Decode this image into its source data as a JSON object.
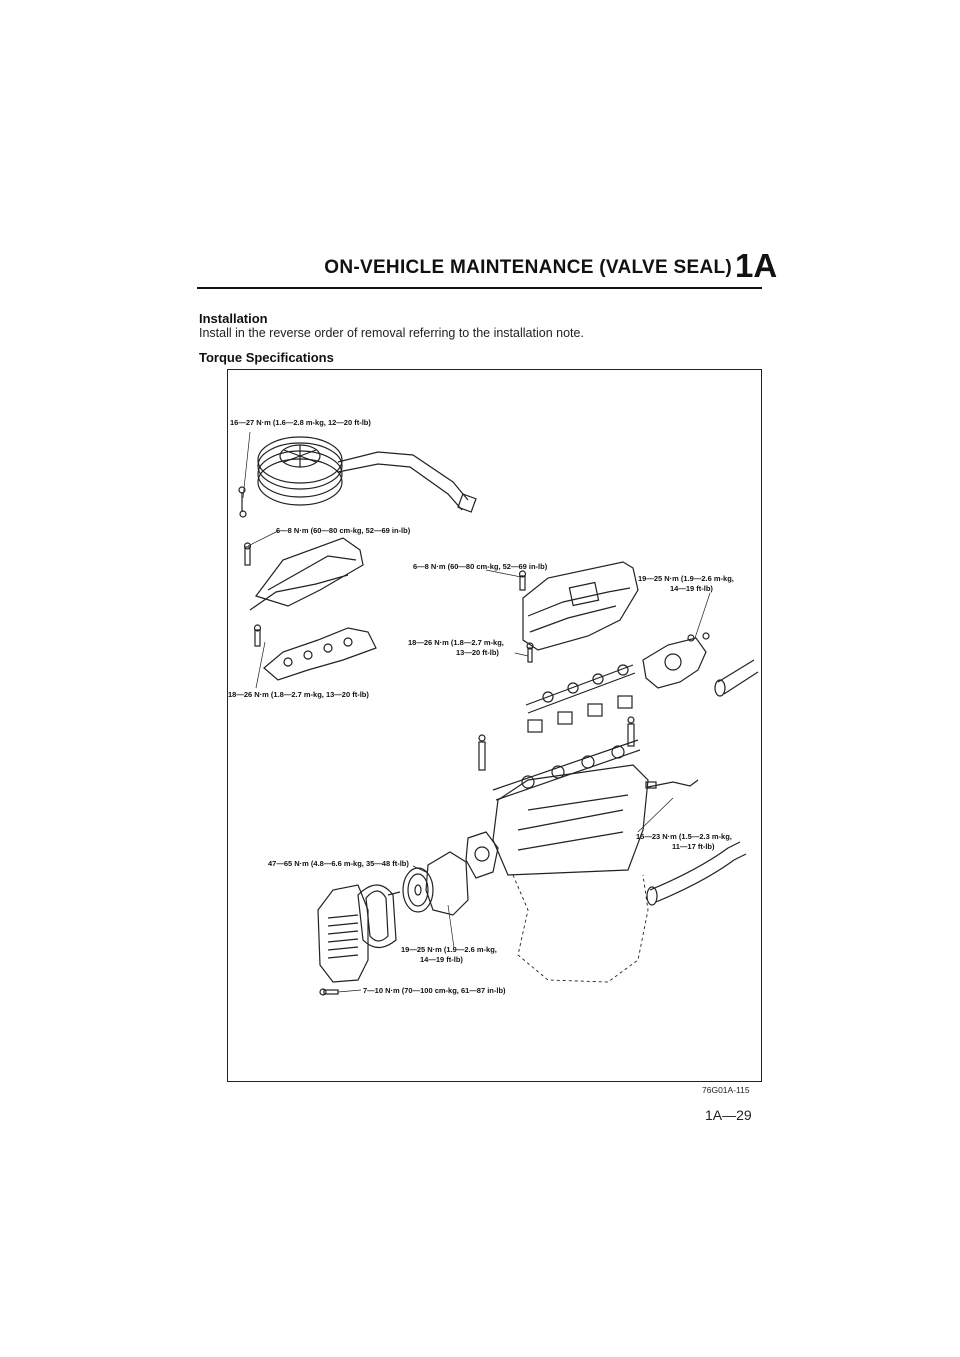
{
  "header": {
    "title": "ON-VEHICLE MAINTENANCE (VALVE SEAL)",
    "section_badge": "1A"
  },
  "installation": {
    "heading": "Installation",
    "text": "Install in the reverse order of removal referring to the installation note."
  },
  "torque": {
    "heading": "Torque Specifications"
  },
  "diagram": {
    "labels": {
      "l1": "16—27 N·m (1.6—2.8 m-kg, 12—20 ft-lb)",
      "l2": "6—8 N·m (60—80 cm-kg, 52—69 in-lb)",
      "l3": "6—8 N·m (60—80 cm-kg, 52—69 in-lb)",
      "l4a": "19—25 N·m (1.9—2.6 m-kg,",
      "l4b": "14—19 ft-lb)",
      "l5a": "18—26 N·m (1.8—2.7 m-kg,",
      "l5b": "13—20 ft-lb)",
      "l6": "18—26 N·m (1.8—2.7 m-kg, 13—20 ft-lb)",
      "l7a": "15—23 N·m (1.5—2.3 m-kg,",
      "l7b": "11—17 ft-lb)",
      "l8": "47—65 N·m (4.8—6.6 m-kg, 35—48 ft-lb)",
      "l9a": "19—25 N·m (1.9—2.6 m-kg,",
      "l9b": "14—19 ft-lb)",
      "l10": "7—10 N·m (70—100 cm-kg, 61—87 in-lb)"
    },
    "figure_id": "76G01A-115"
  },
  "page_number": "1A—29"
}
